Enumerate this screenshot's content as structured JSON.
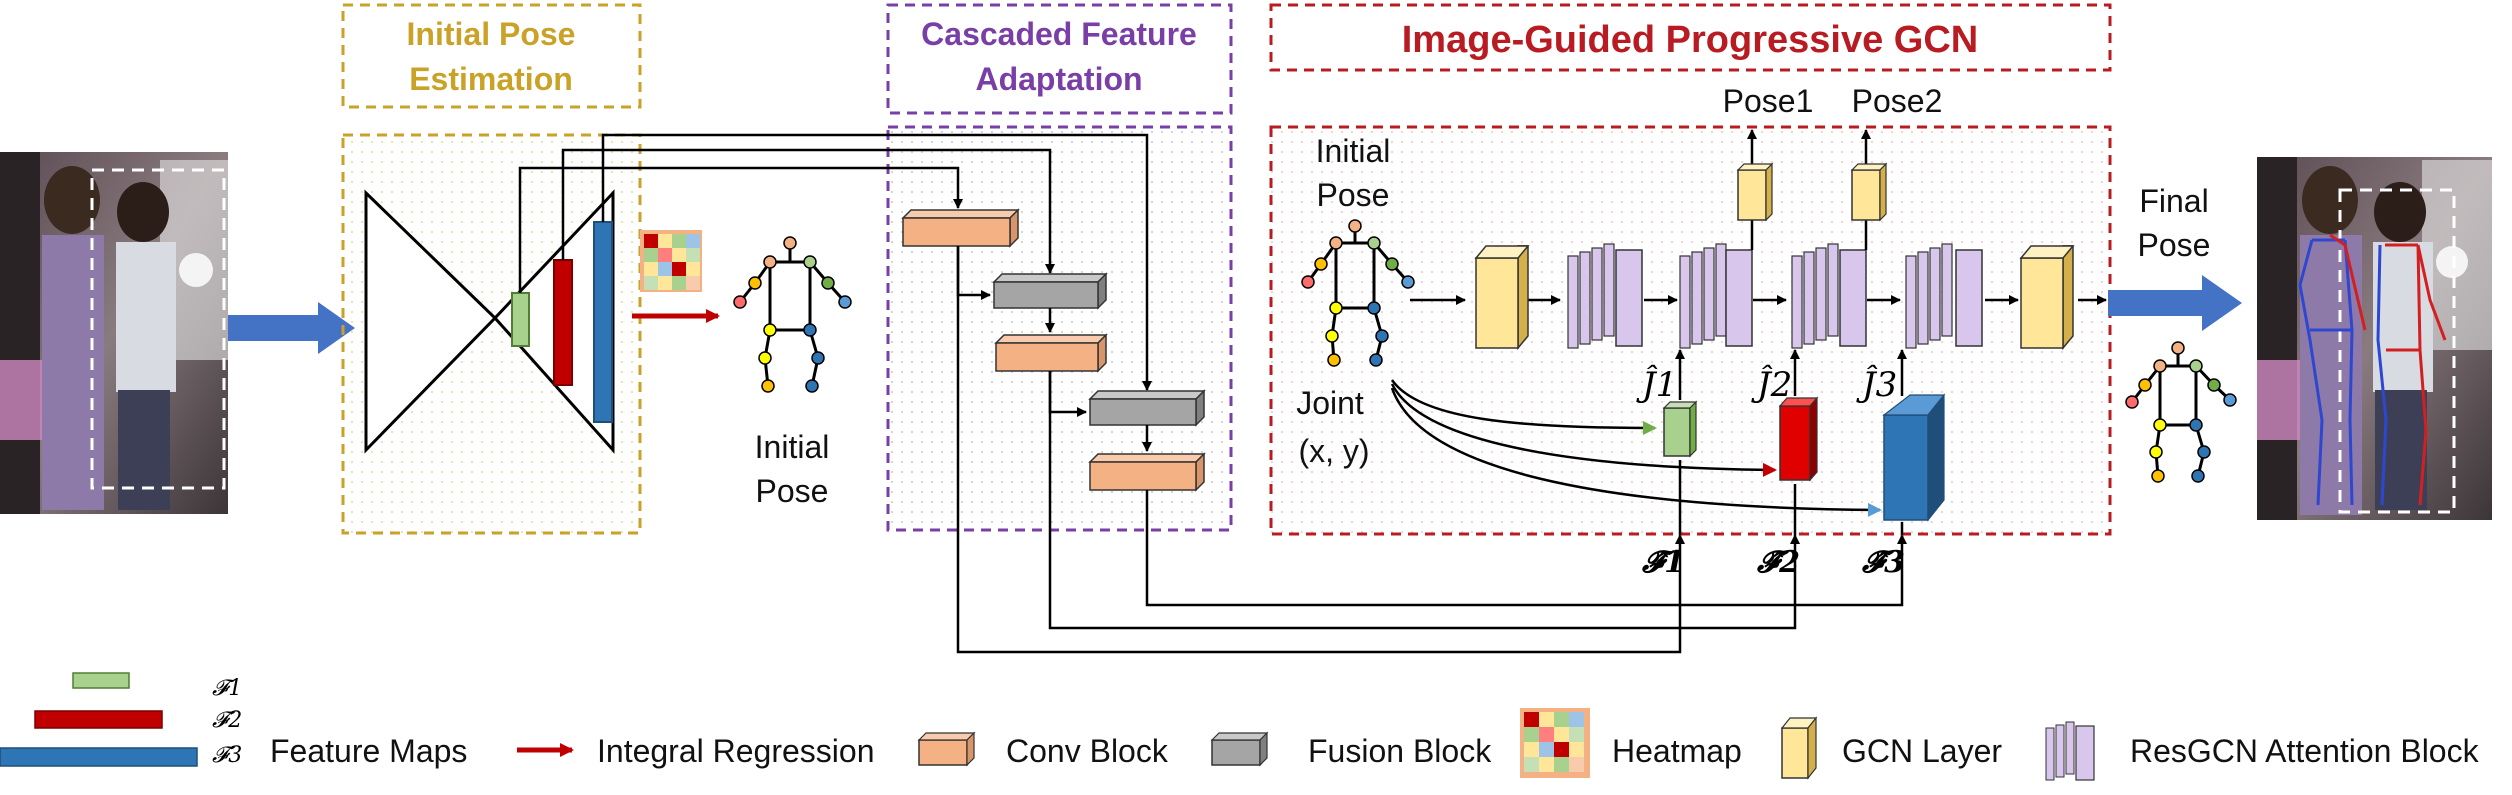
{
  "sections": {
    "initial_pose_estimation": [
      "Initial Pose",
      "Estimation"
    ],
    "cascaded_feature_adaptation": [
      "Cascaded Feature",
      "Adaptation"
    ],
    "image_guided_gcn": "Image-Guided Progressive GCN"
  },
  "labels": {
    "initial_pose_output": [
      "Initial",
      "Pose"
    ],
    "gcn_initial_pose": [
      "Initial",
      "Pose"
    ],
    "joint": [
      "Joint",
      "(x, y)"
    ],
    "pose1": "Pose1",
    "pose2": "Pose2",
    "final_pose": [
      "Final",
      "Pose"
    ],
    "j1": "Ĵ1",
    "j2": "Ĵ2",
    "j3": "Ĵ3",
    "f1_hat": "𝓕̂1",
    "f2_hat": "𝓕̂2",
    "f3_hat": "𝓕̂3"
  },
  "legend": {
    "f1": "𝓕1",
    "f2": "𝓕2",
    "f3": "𝓕3",
    "feature_maps": "Feature Maps",
    "integral_regression": "Integral Regression",
    "conv_block": "Conv Block",
    "fusion_block": "Fusion Block",
    "heatmap": "Heatmap",
    "gcn_layer": "GCN Layer",
    "resgcn_attention_block": "ResGCN Attention Block"
  },
  "colors": {
    "gold": "#c9a227",
    "purple": "#7a3fa6",
    "red": "#b81c22",
    "f1_green": "#a9d18e",
    "f2_red": "#c00000",
    "f3_blue": "#2e75b6",
    "conv_orange": "#f4b183",
    "fusion_gray": "#a5a5a5",
    "gcn_yellow": "#ffe699",
    "resgcn_lilac": "#d9c6ec",
    "big_arrow_blue": "#4472c4"
  }
}
